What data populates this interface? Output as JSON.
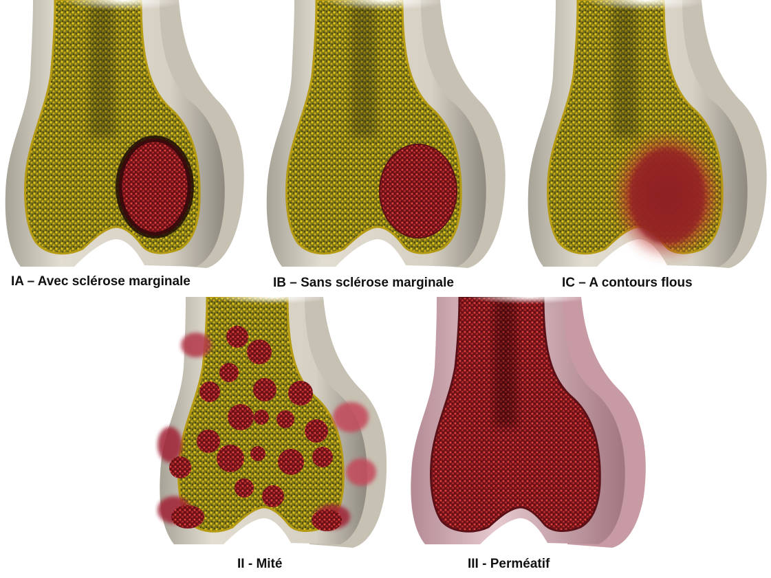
{
  "panels": [
    {
      "id": "IA",
      "label": "IA – Avec sclérose marginale"
    },
    {
      "id": "IB",
      "label": "IB – Sans sclérose marginale"
    },
    {
      "id": "IC",
      "label": "IC – A contours flous"
    },
    {
      "id": "II",
      "label": "II - Mité"
    },
    {
      "id": "III",
      "label": "III - Perméatif"
    }
  ],
  "colors": {
    "cortex": "#cfc9bc",
    "cortex_shadow": "#9e998e",
    "marrow": "#8f8a1e",
    "marrow_speckle": "#e3c21c",
    "lesion": "#9c1f27",
    "lesion_dark": "#4a0c10",
    "lesion_light": "#d8453f"
  }
}
